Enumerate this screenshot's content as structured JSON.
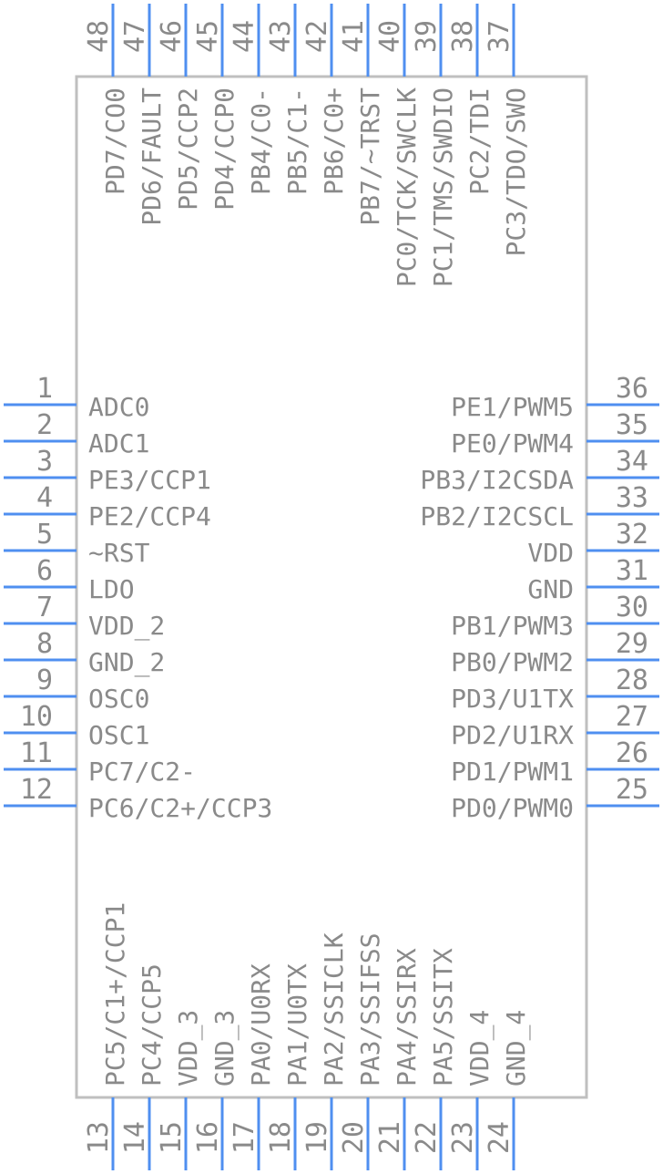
{
  "component": {
    "left_pins": [
      {
        "num": "1",
        "name": "ADC0"
      },
      {
        "num": "2",
        "name": "ADC1"
      },
      {
        "num": "3",
        "name": "PE3/CCP1"
      },
      {
        "num": "4",
        "name": "PE2/CCP4"
      },
      {
        "num": "5",
        "name": "~RST"
      },
      {
        "num": "6",
        "name": "LDO"
      },
      {
        "num": "7",
        "name": "VDD_2"
      },
      {
        "num": "8",
        "name": "GND_2"
      },
      {
        "num": "9",
        "name": "OSC0"
      },
      {
        "num": "10",
        "name": "OSC1"
      },
      {
        "num": "11",
        "name": "PC7/C2-"
      },
      {
        "num": "12",
        "name": "PC6/C2+/CCP3"
      }
    ],
    "bottom_pins": [
      {
        "num": "13",
        "name": "PC5/C1+/CCP1"
      },
      {
        "num": "14",
        "name": "PC4/CCP5"
      },
      {
        "num": "15",
        "name": "VDD_3"
      },
      {
        "num": "16",
        "name": "GND_3"
      },
      {
        "num": "17",
        "name": "PA0/U0RX"
      },
      {
        "num": "18",
        "name": "PA1/U0TX"
      },
      {
        "num": "19",
        "name": "PA2/SSICLK"
      },
      {
        "num": "20",
        "name": "PA3/SSIFSS"
      },
      {
        "num": "21",
        "name": "PA4/SSIRX"
      },
      {
        "num": "22",
        "name": "PA5/SSITX"
      },
      {
        "num": "23",
        "name": "VDD_4"
      },
      {
        "num": "24",
        "name": "GND_4"
      }
    ],
    "right_pins": [
      {
        "num": "36",
        "name": "PE1/PWM5"
      },
      {
        "num": "35",
        "name": "PE0/PWM4"
      },
      {
        "num": "34",
        "name": "PB3/I2CSDA"
      },
      {
        "num": "33",
        "name": "PB2/I2CSCL"
      },
      {
        "num": "32",
        "name": "VDD"
      },
      {
        "num": "31",
        "name": "GND"
      },
      {
        "num": "30",
        "name": "PB1/PWM3"
      },
      {
        "num": "29",
        "name": "PB0/PWM2"
      },
      {
        "num": "28",
        "name": "PD3/U1TX"
      },
      {
        "num": "27",
        "name": "PD2/U1RX"
      },
      {
        "num": "26",
        "name": "PD1/PWM1"
      },
      {
        "num": "25",
        "name": "PD0/PWM0"
      }
    ],
    "top_pins": [
      {
        "num": "48",
        "name": "PD7/CO0"
      },
      {
        "num": "47",
        "name": "PD6/FAULT"
      },
      {
        "num": "46",
        "name": "PD5/CCP2"
      },
      {
        "num": "45",
        "name": "PD4/CCP0"
      },
      {
        "num": "44",
        "name": "PB4/C0-"
      },
      {
        "num": "43",
        "name": "PB5/C1-"
      },
      {
        "num": "42",
        "name": "PB6/C0+"
      },
      {
        "num": "41",
        "name": "PB7/~TRST"
      },
      {
        "num": "40",
        "name": "PC0/TCK/SWCLK"
      },
      {
        "num": "39",
        "name": "PC1/TMS/SWDIO"
      },
      {
        "num": "38",
        "name": "PC2/TDI"
      },
      {
        "num": "37",
        "name": "PC3/TDO/SWO"
      }
    ]
  },
  "colors": {
    "pin_line": "#4f8ff0",
    "body_outline": "#bfbfbf",
    "text": "#8a8a8a"
  }
}
